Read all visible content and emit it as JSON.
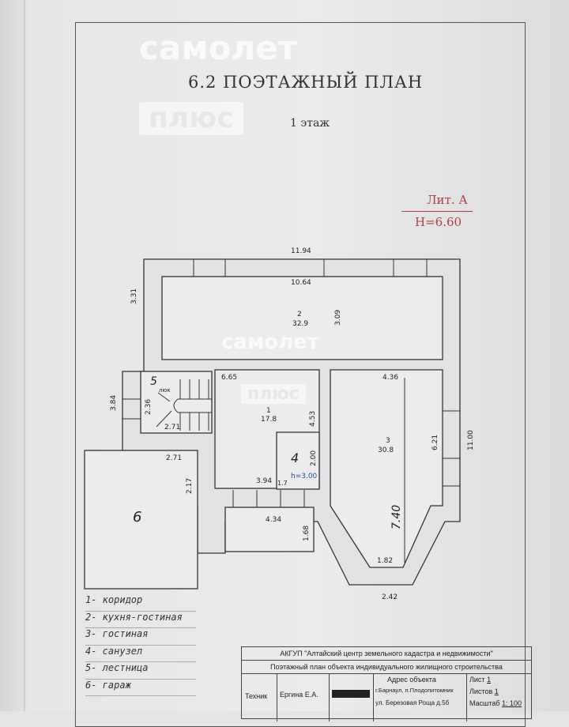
{
  "header": {
    "title": "6.2 ПОЭТАЖНЫЙ ПЛАН",
    "floor": "1 этаж",
    "liter": "Лит. А",
    "height": "H=6.60"
  },
  "watermarks": [
    "самолет",
    "плюс",
    "самолет",
    "плюс"
  ],
  "plan": {
    "dims": {
      "outer_width": "11.94",
      "inner_width": "10.64",
      "left_top": "3.31",
      "room2_height": "3.09",
      "room1_width": "6.65",
      "room3_width": "4.36",
      "right_total": "11.00",
      "room3_side": "6.21",
      "room1_side": "4.53",
      "left_mid": "3.84",
      "stair_h": "2.36",
      "stair_w": "2.71",
      "garage_w": "2.71",
      "garage_h": "2.17",
      "bath_h": "2.00",
      "room1_bottom": "3.94",
      "bath_small": "1.7",
      "bath_ceiling": "h=3.00",
      "porch_w": "4.34",
      "porch_h": "1.68",
      "bay_inner": "1.82",
      "bay_outer": "2.42",
      "room3_len": "7.40"
    },
    "rooms": [
      {
        "num": "1",
        "area": "17.8"
      },
      {
        "num": "2",
        "area": "32.9"
      },
      {
        "num": "3",
        "area": "30.8"
      },
      {
        "num": "4"
      },
      {
        "num": "5"
      },
      {
        "num": "6"
      }
    ],
    "hatch": "люк"
  },
  "legend": [
    "1- коридор",
    "2- кухня-гостиная",
    "3- гостиная",
    "4- санузел",
    "5- лестница",
    "6- гараж"
  ],
  "stamp": {
    "org": "АКГУП \"Алтайский центр земельного кадастра и недвижимости\"",
    "doc": "Поэтажный план объекта индивидуального жилищного строительства",
    "role": "Техник",
    "name": "Ергина Е.А.",
    "address_label": "Адрес объекта",
    "city": "г.Барнаул, п.Плодопитомник",
    "street": "ул. Березовая Роща д.5б",
    "sheet_label": "Лист",
    "sheet": "1",
    "sheets_label": "Листов",
    "sheets": "1",
    "scale_label": "Масштаб",
    "scale": "1: 100"
  }
}
